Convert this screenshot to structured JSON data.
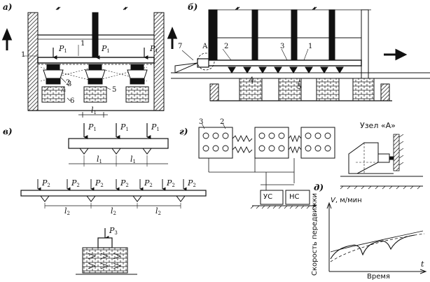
{
  "panels": {
    "a": "а)",
    "b": "б)",
    "v": "в)",
    "g": "г)",
    "d": "д)"
  },
  "numbers": {
    "n1": "1",
    "n2": "2",
    "n3": "3",
    "n4": "4",
    "n5": "5",
    "n6": "6",
    "n7": "7"
  },
  "symbols": {
    "P": "P",
    "l": "l",
    "sub1": "1",
    "sub2": "2",
    "sub3": "3",
    "node_mark": "А"
  },
  "texts": {
    "node_a_title": "Узел «А»",
    "us": "УС",
    "ns": "НС",
    "velocity_axis_symbol": "V",
    "velocity_axis_unit": ", м/мин",
    "y_axis_label": "Скорость передвижки",
    "x_axis_label": "Время",
    "t_symbol": "t"
  }
}
